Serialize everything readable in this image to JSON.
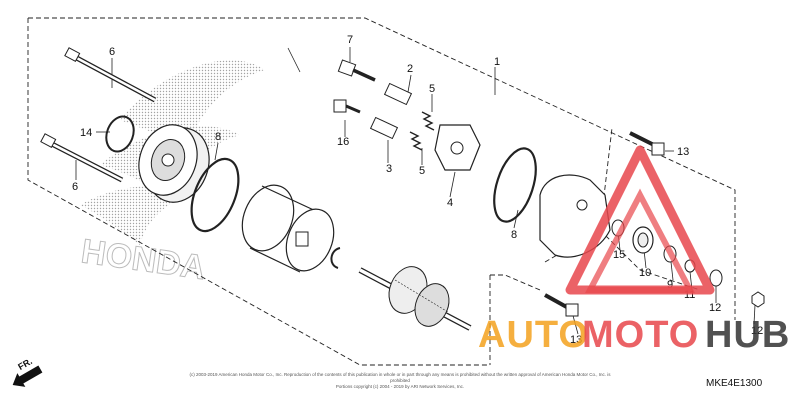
{
  "callouts": [
    {
      "id": "c1",
      "label": "1"
    },
    {
      "id": "c2",
      "label": "2"
    },
    {
      "id": "c3",
      "label": "3"
    },
    {
      "id": "c4",
      "label": "4"
    },
    {
      "id": "c5a",
      "label": "5"
    },
    {
      "id": "c5b",
      "label": "5"
    },
    {
      "id": "c6a",
      "label": "6"
    },
    {
      "id": "c6b",
      "label": "6"
    },
    {
      "id": "c7",
      "label": "7"
    },
    {
      "id": "c8a",
      "label": "8"
    },
    {
      "id": "c8b",
      "label": "8"
    },
    {
      "id": "c9",
      "label": "9"
    },
    {
      "id": "c10",
      "label": "10"
    },
    {
      "id": "c11",
      "label": "11"
    },
    {
      "id": "c12a",
      "label": "12"
    },
    {
      "id": "c12b",
      "label": "12"
    },
    {
      "id": "c13a",
      "label": "13"
    },
    {
      "id": "c13b",
      "label": "13"
    },
    {
      "id": "c14",
      "label": "14"
    },
    {
      "id": "c15",
      "label": "15"
    },
    {
      "id": "c16",
      "label": "16"
    }
  ],
  "brand_watermark": "HONDA",
  "direction_label": "FR.",
  "diagram_code": "MKE4E1300",
  "copyright_line1": "(c) 2003-2019 American Honda Motor Co., Inc. Reproduction of the contents of this publication in whole or in part through any means is prohibited without the written approval of American Honda Motor Co., Inc. is prohibited",
  "copyright_line2": "Portions copyright (c) 2004 - 2019 by ARI Network Services, Inc.",
  "overlay_watermark": {
    "part1": "AUTO",
    "part2": "MOTO",
    "part3": "HUB",
    "color_orange": "#F4A21E",
    "color_red": "#E8474C",
    "color_dark": "#333333"
  }
}
